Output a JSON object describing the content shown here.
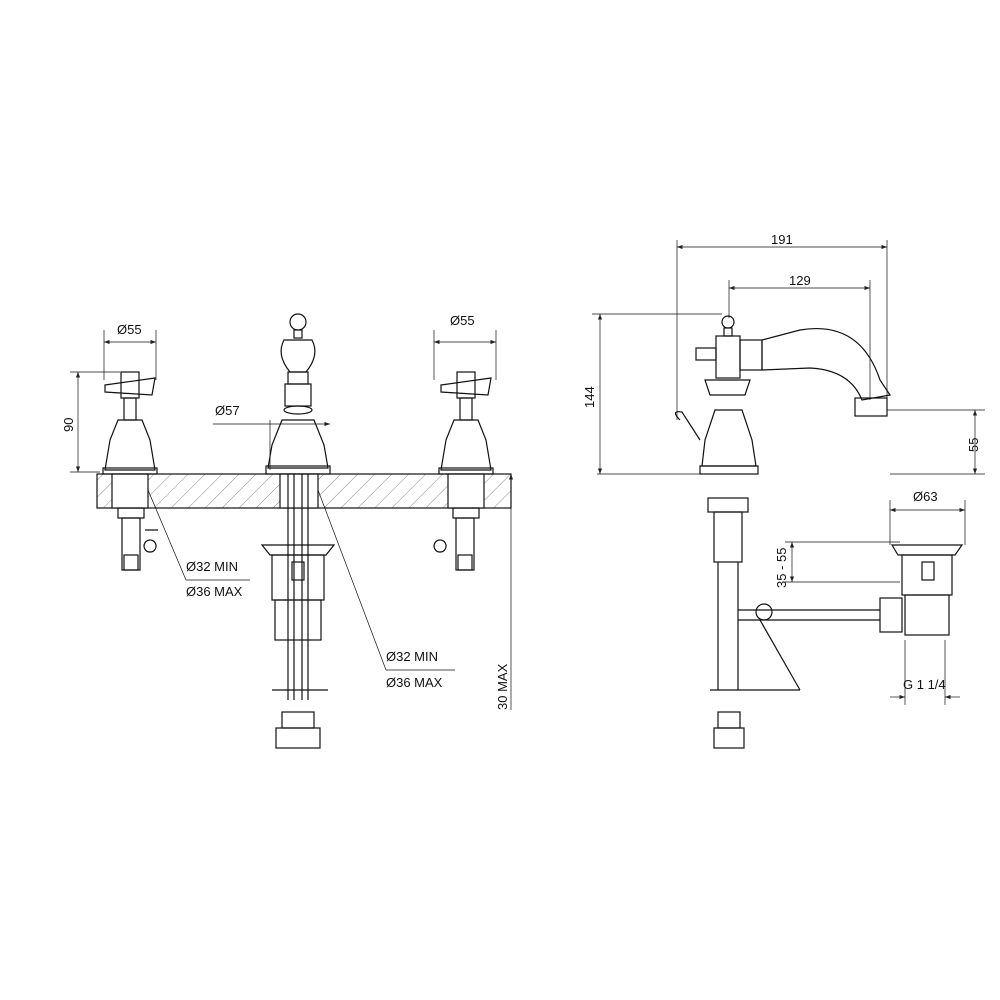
{
  "left_view": {
    "left_valve_diameter": "Ø55",
    "valve_height": "90",
    "spout_diameter": "Ø57",
    "right_valve_diameter": "Ø55",
    "valve_hole_min": "Ø32 MIN",
    "valve_hole_max": "Ø36 MAX",
    "spout_hole_min": "Ø32 MIN",
    "spout_hole_max": "Ø36 MAX",
    "counter_thickness": "30 MAX"
  },
  "right_view": {
    "overall_depth": "191",
    "spout_reach": "129",
    "overall_height": "144",
    "spout_outlet_height": "55",
    "drain_diameter": "Ø63",
    "drain_range": "35 - 55",
    "drain_thread": "G 1 1/4"
  }
}
